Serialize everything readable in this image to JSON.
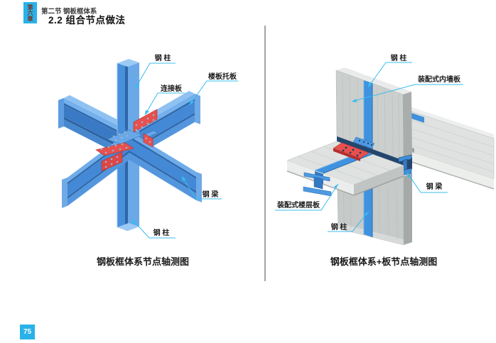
{
  "header": {
    "chapter_tab": "第六章",
    "section_label": "第二节 钢板框体系",
    "title": "2.2 组合节点做法"
  },
  "left_diagram": {
    "labels": {
      "column_top": "钢 柱",
      "floor_bracket": "楼板托板",
      "connection_plate": "连接板",
      "beam": "钢 梁",
      "column_bottom": "钢 柱"
    },
    "caption": "钢板框体系节点轴测图"
  },
  "right_diagram": {
    "labels": {
      "column_top": "钢 柱",
      "wall_panel": "装配式内墙板",
      "beam": "钢 梁",
      "floor_panel": "装配式楼层板",
      "column_bottom": "钢 柱"
    },
    "caption": "钢板框体系+板节点轴测图"
  },
  "footer": {
    "page_number": "75"
  },
  "colors": {
    "accent": "#29B2E8",
    "leader": "#38BCEE",
    "steel_blue": "#4489D6",
    "plate_red": "#E8504E",
    "concrete": "#CBCFCD",
    "navy": "#24466E"
  }
}
